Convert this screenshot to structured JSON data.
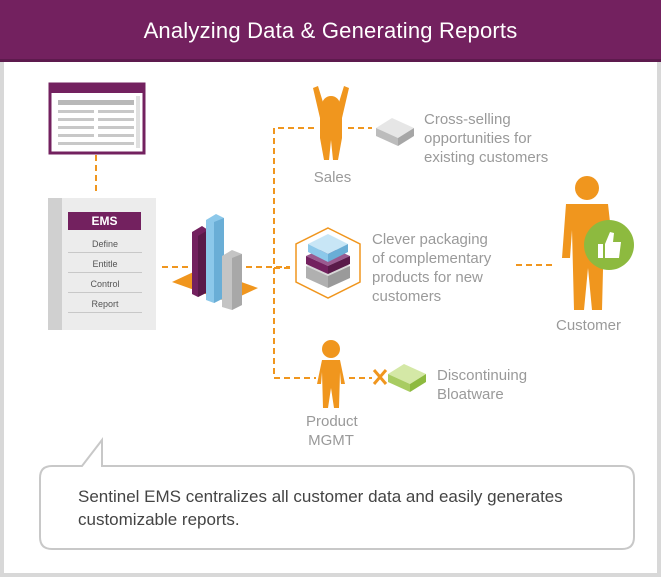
{
  "header": {
    "title": "Analyzing Data & Generating Reports"
  },
  "ems": {
    "title": "EMS",
    "items": [
      "Define",
      "Entitle",
      "Control",
      "Report"
    ]
  },
  "labels": {
    "sales": "Sales",
    "cross_selling": [
      "Cross-selling",
      "opportunities for",
      "existing customers"
    ],
    "packaging": [
      "Clever packaging",
      "of complementary",
      "products for new",
      "customers"
    ],
    "customer": "Customer",
    "product_mgmt": [
      "Product",
      "MGMT"
    ],
    "discontinuing": [
      "Discontinuing",
      "Bloatware"
    ]
  },
  "footer": {
    "text": "Sentinel EMS centralizes all customer data and easily generates customizable reports."
  },
  "colors": {
    "brand": "#73215f",
    "accent": "#f0961e",
    "green": "#8dba3f",
    "gray_text": "#9a9a9a"
  }
}
